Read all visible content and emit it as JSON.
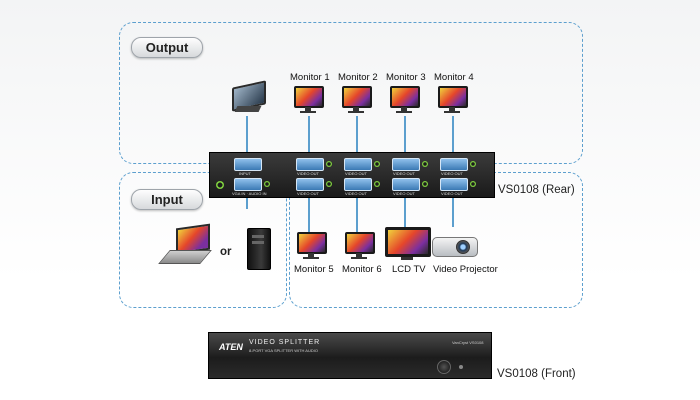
{
  "sections": {
    "output": "Output",
    "input": "Input"
  },
  "top_monitors": [
    "Monitor 1",
    "Monitor 2",
    "Monitor 3",
    "Monitor 4"
  ],
  "bottom_devices": [
    "Monitor 5",
    "Monitor 6",
    "LCD TV",
    "Video Projector"
  ],
  "or_text": "or",
  "rear_label": "VS0108 (Rear)",
  "front_label": "VS0108 (Front)",
  "front_panel": {
    "brand": "ATEN",
    "product": "VIDEO SPLITTER",
    "subtitle": "8-PORT VGA SPLITTER WITH AUDIO",
    "model": "VanCryst VS0108"
  },
  "rear_panel": {
    "top_left_port": "INPUT",
    "bottom_left_ports": "VGA IN · AUDIO IN",
    "output_port_label": "VIDEO OUT",
    "jack_label": "OUT"
  },
  "colors": {
    "cable": "#5c9fce",
    "chassis": "#1f1f1f",
    "port": "#5a9ad3"
  }
}
